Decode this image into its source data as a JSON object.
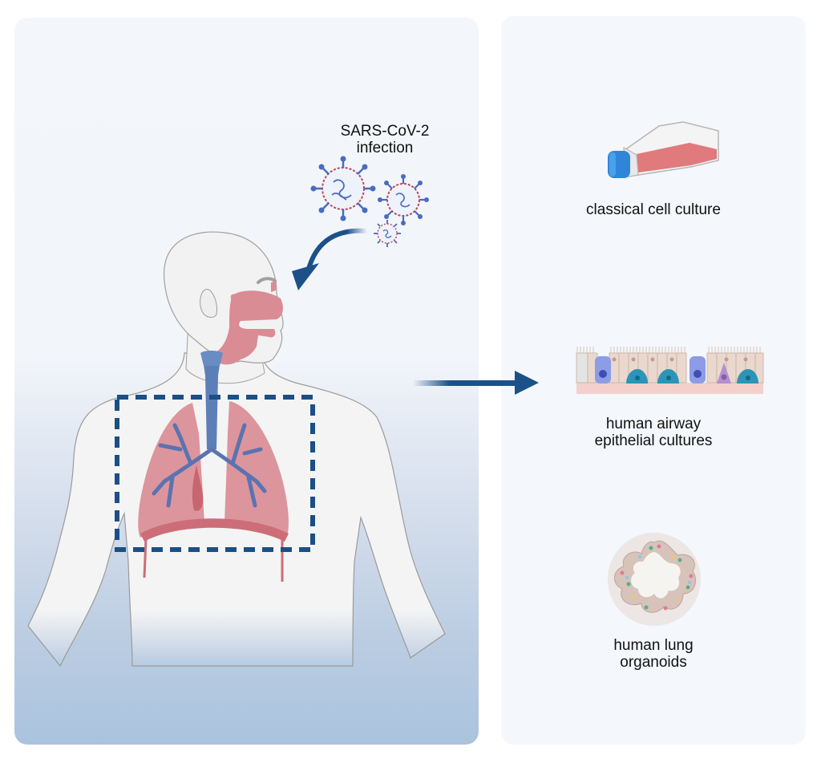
{
  "figure": {
    "left_panel": {
      "infection_label_line1": "SARS-CoV-2",
      "infection_label_line2": "infection"
    },
    "right_panel": {
      "models": [
        {
          "icon": "cell-culture-flask-icon",
          "label_lines": [
            "classical cell culture"
          ]
        },
        {
          "icon": "airway-epithelium-icon",
          "label_lines": [
            "human airway",
            "epithelial cultures"
          ]
        },
        {
          "icon": "lung-organoid-icon",
          "label_lines": [
            "human lung",
            "organoids"
          ]
        }
      ]
    },
    "colors": {
      "arrow": "#1b5188",
      "dashed_box": "#1b4f86",
      "lung": "#d9868e",
      "bronchi": "#5b73b0",
      "trachea": "#5d7fb8",
      "virus_spike": "#4a6bc0",
      "flask_cap": "#2f86d8",
      "flask_liquid": "#e07a7c"
    }
  }
}
